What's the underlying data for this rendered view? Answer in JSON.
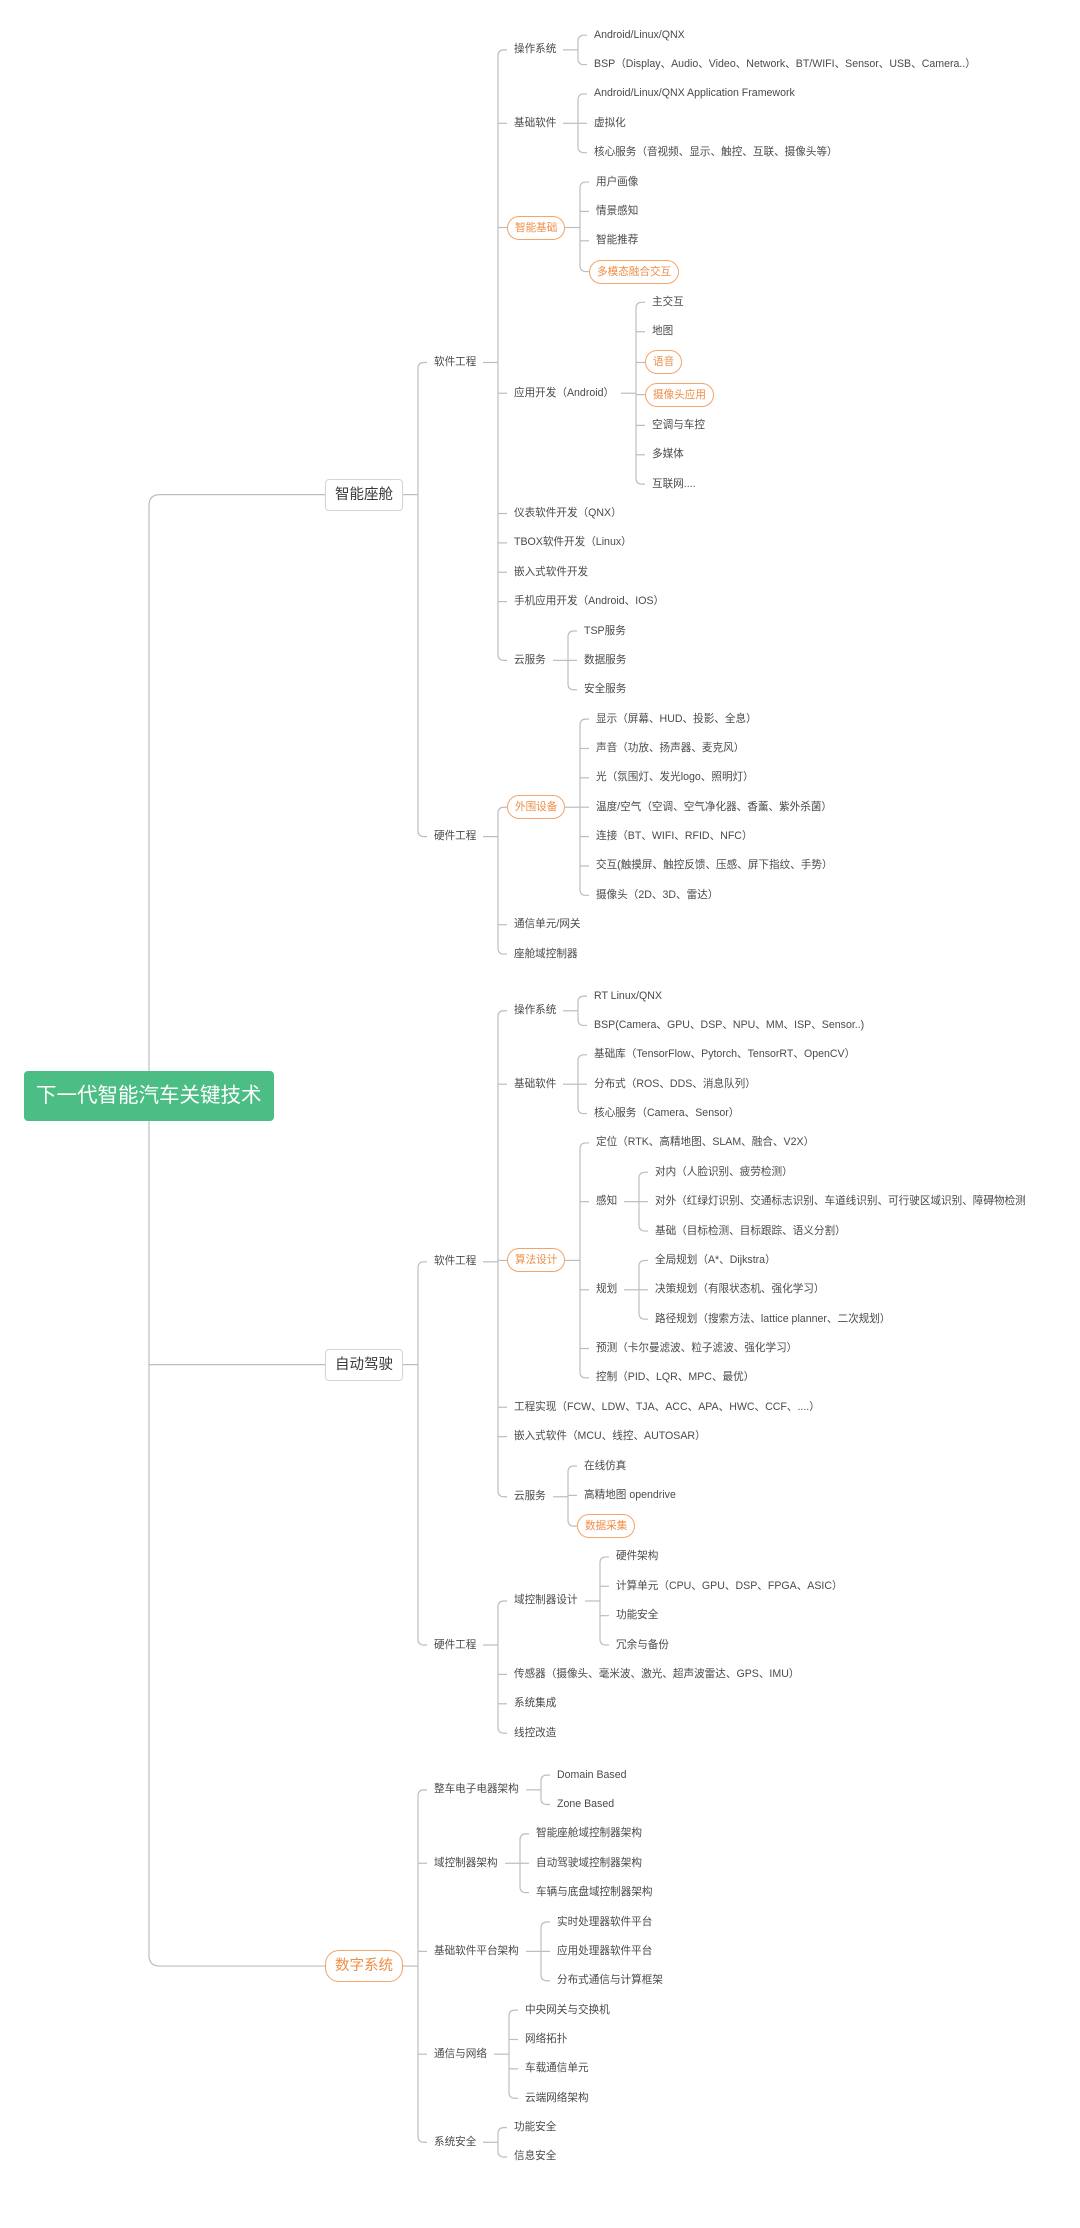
{
  "colors": {
    "root_fill": "#4cbd84",
    "accent": "#ef8e47",
    "accent_border": "#f3a46a",
    "line": "#bdbdbd",
    "text": "#4a4a4a"
  },
  "mindmap": {
    "root": {
      "label": "下一代智能汽车关键技术",
      "children": [
        {
          "label": "智能座舱",
          "children": [
            {
              "label": "软件工程",
              "children": [
                {
                  "label": "操作系统",
                  "children": [
                    {
                      "label": "Android/Linux/QNX"
                    },
                    {
                      "label": "BSP（Display、Audio、Video、Network、BT/WIFI、Sensor、USB、Camera..）"
                    }
                  ]
                },
                {
                  "label": "基础软件",
                  "children": [
                    {
                      "label": "Android/Linux/QNX Application Framework"
                    },
                    {
                      "label": "虚拟化"
                    },
                    {
                      "label": "核心服务（音视频、显示、触控、互联、摄像头等）"
                    }
                  ]
                },
                {
                  "label": "智能基础",
                  "highlight": true,
                  "children": [
                    {
                      "label": "用户画像"
                    },
                    {
                      "label": "情景感知"
                    },
                    {
                      "label": "智能推荐"
                    },
                    {
                      "label": "多模态融合交互",
                      "highlight": true
                    }
                  ]
                },
                {
                  "label": "应用开发（Android）",
                  "children": [
                    {
                      "label": "主交互"
                    },
                    {
                      "label": "地图"
                    },
                    {
                      "label": "语音",
                      "highlight": true
                    },
                    {
                      "label": "摄像头应用",
                      "highlight": true
                    },
                    {
                      "label": "空调与车控"
                    },
                    {
                      "label": "多媒体"
                    },
                    {
                      "label": "互联网...."
                    }
                  ]
                },
                {
                  "label": "仪表软件开发（QNX）"
                },
                {
                  "label": "TBOX软件开发（Linux）"
                },
                {
                  "label": "嵌入式软件开发"
                },
                {
                  "label": "手机应用开发（Android、IOS）"
                },
                {
                  "label": "云服务",
                  "children": [
                    {
                      "label": "TSP服务"
                    },
                    {
                      "label": "数据服务"
                    },
                    {
                      "label": "安全服务"
                    }
                  ]
                }
              ]
            },
            {
              "label": "硬件工程",
              "children": [
                {
                  "label": "外围设备",
                  "highlight": true,
                  "children": [
                    {
                      "label": "显示（屏幕、HUD、投影、全息）"
                    },
                    {
                      "label": "声音（功放、扬声器、麦克风）"
                    },
                    {
                      "label": "光（氛围灯、发光logo、照明灯）"
                    },
                    {
                      "label": "温度/空气（空调、空气净化器、香薰、紫外杀菌）"
                    },
                    {
                      "label": "连接（BT、WIFI、RFID、NFC）"
                    },
                    {
                      "label": "交互(触摸屏、触控反馈、压感、屏下指纹、手势）"
                    },
                    {
                      "label": "摄像头（2D、3D、雷达）"
                    }
                  ]
                },
                {
                  "label": "通信单元/网关"
                },
                {
                  "label": "座舱域控制器"
                }
              ]
            }
          ]
        },
        {
          "label": "自动驾驶",
          "children": [
            {
              "label": "软件工程",
              "children": [
                {
                  "label": "操作系统",
                  "children": [
                    {
                      "label": "RT Linux/QNX"
                    },
                    {
                      "label": "BSP(Camera、GPU、DSP、NPU、MM、ISP、Sensor..)"
                    }
                  ]
                },
                {
                  "label": "基础软件",
                  "children": [
                    {
                      "label": "基础库（TensorFlow、Pytorch、TensorRT、OpenCV）"
                    },
                    {
                      "label": "分布式（ROS、DDS、消息队列）"
                    },
                    {
                      "label": "核心服务（Camera、Sensor）"
                    }
                  ]
                },
                {
                  "label": "算法设计",
                  "highlight": true,
                  "children": [
                    {
                      "label": "定位（RTK、高精地图、SLAM、融合、V2X）"
                    },
                    {
                      "label": "感知",
                      "children": [
                        {
                          "label": "对内（人脸识别、疲劳检测）"
                        },
                        {
                          "label": "对外（红绿灯识别、交通标志识别、车道线识别、可行驶区域识别、障碍物检测"
                        },
                        {
                          "label": "基础（目标检测、目标跟踪、语义分割）"
                        }
                      ]
                    },
                    {
                      "label": "规划",
                      "children": [
                        {
                          "label": "全局规划（A*、Dijkstra）"
                        },
                        {
                          "label": "决策规划（有限状态机、强化学习）"
                        },
                        {
                          "label": "路径规划（搜索方法、lattice planner、二次规划）"
                        }
                      ]
                    },
                    {
                      "label": "预测（卡尔曼滤波、粒子滤波、强化学习）"
                    },
                    {
                      "label": "控制（PID、LQR、MPC、最优）"
                    }
                  ]
                },
                {
                  "label": "工程实现（FCW、LDW、TJA、ACC、APA、HWC、CCF、....）"
                },
                {
                  "label": "嵌入式软件（MCU、线控、AUTOSAR）"
                },
                {
                  "label": "云服务",
                  "children": [
                    {
                      "label": "在线仿真"
                    },
                    {
                      "label": "高精地图 opendrive"
                    },
                    {
                      "label": "数据采集",
                      "highlight": true
                    }
                  ]
                }
              ]
            },
            {
              "label": "硬件工程",
              "children": [
                {
                  "label": "域控制器设计",
                  "children": [
                    {
                      "label": "硬件架构"
                    },
                    {
                      "label": "计算单元（CPU、GPU、DSP、FPGA、ASIC）"
                    },
                    {
                      "label": "功能安全"
                    },
                    {
                      "label": "冗余与备份"
                    }
                  ]
                },
                {
                  "label": "传感器（摄像头、毫米波、激光、超声波雷达、GPS、IMU）"
                },
                {
                  "label": "系统集成"
                },
                {
                  "label": "线控改造"
                }
              ]
            }
          ]
        },
        {
          "label": "数字系统",
          "highlight": true,
          "children": [
            {
              "label": "整车电子电器架构",
              "children": [
                {
                  "label": "Domain Based"
                },
                {
                  "label": "Zone Based"
                }
              ]
            },
            {
              "label": "域控制器架构",
              "children": [
                {
                  "label": "智能座舱域控制器架构"
                },
                {
                  "label": "自动驾驶域控制器架构"
                },
                {
                  "label": "车辆与底盘域控制器架构"
                }
              ]
            },
            {
              "label": "基础软件平台架构",
              "children": [
                {
                  "label": "实时处理器软件平台"
                },
                {
                  "label": "应用处理器软件平台"
                },
                {
                  "label": "分布式通信与计算框架"
                }
              ]
            },
            {
              "label": "通信与网络",
              "children": [
                {
                  "label": "中央网关与交换机"
                },
                {
                  "label": "网络拓扑"
                },
                {
                  "label": "车载通信单元"
                },
                {
                  "label": "云端网络架构"
                }
              ]
            },
            {
              "label": "系统安全",
              "children": [
                {
                  "label": "功能安全"
                },
                {
                  "label": "信息安全"
                }
              ]
            }
          ]
        }
      ]
    }
  }
}
